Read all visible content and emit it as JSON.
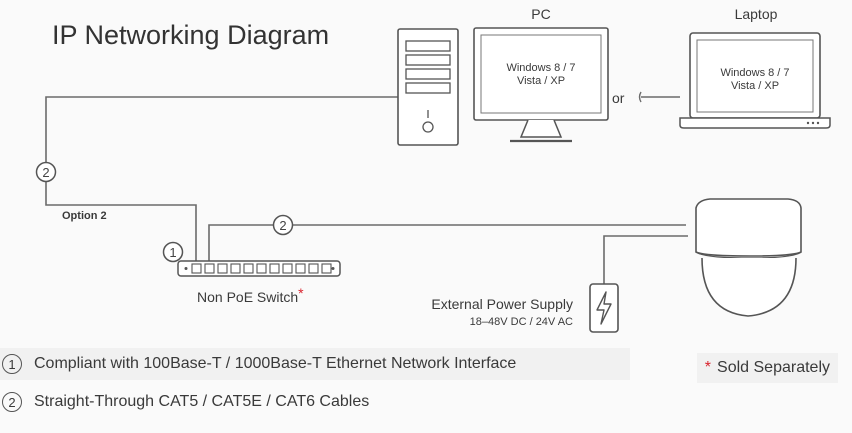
{
  "title": "IP Networking Diagram",
  "pc": {
    "label": "PC",
    "os_line1": "Windows 8 / 7",
    "os_line2": "Vista / XP"
  },
  "or_label": "or",
  "laptop": {
    "label": "Laptop",
    "os_line1": "Windows 8 / 7",
    "os_line2": "Vista / XP"
  },
  "option2_label": "Option 2",
  "switch_label": "Non PoE Switch",
  "asterisk": "*",
  "power_supply": {
    "label": "External Power Supply",
    "spec": "18–48V DC / 24V AC"
  },
  "markers": {
    "one": "1",
    "two": "2"
  },
  "notes": [
    {
      "num": "1",
      "text": "Compliant with 100Base-T / 1000Base-T Ethernet Network Interface"
    },
    {
      "num": "2",
      "text": "Straight-Through CAT5 / CAT5E / CAT6 Cables"
    }
  ],
  "sold_separately": {
    "star": "*",
    "text": "Sold Separately"
  },
  "colors": {
    "accent_red": "#d9232e",
    "line": "#6b6b6b"
  }
}
